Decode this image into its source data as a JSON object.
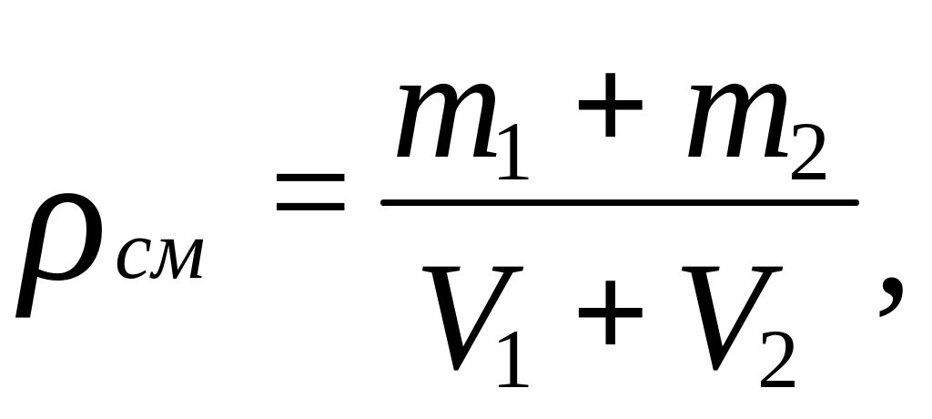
{
  "formula": {
    "lhs": {
      "symbol": "ρ",
      "subscript": "см"
    },
    "equals": "=",
    "numerator": {
      "term1": {
        "symbol": "m",
        "subscript": "1"
      },
      "operator": "+",
      "term2": {
        "symbol": "m",
        "subscript": "2"
      }
    },
    "denominator": {
      "term1": {
        "symbol": "V",
        "subscript": "1"
      },
      "operator": "+",
      "term2": {
        "symbol": "V",
        "subscript": "2"
      }
    },
    "trailing": ","
  }
}
